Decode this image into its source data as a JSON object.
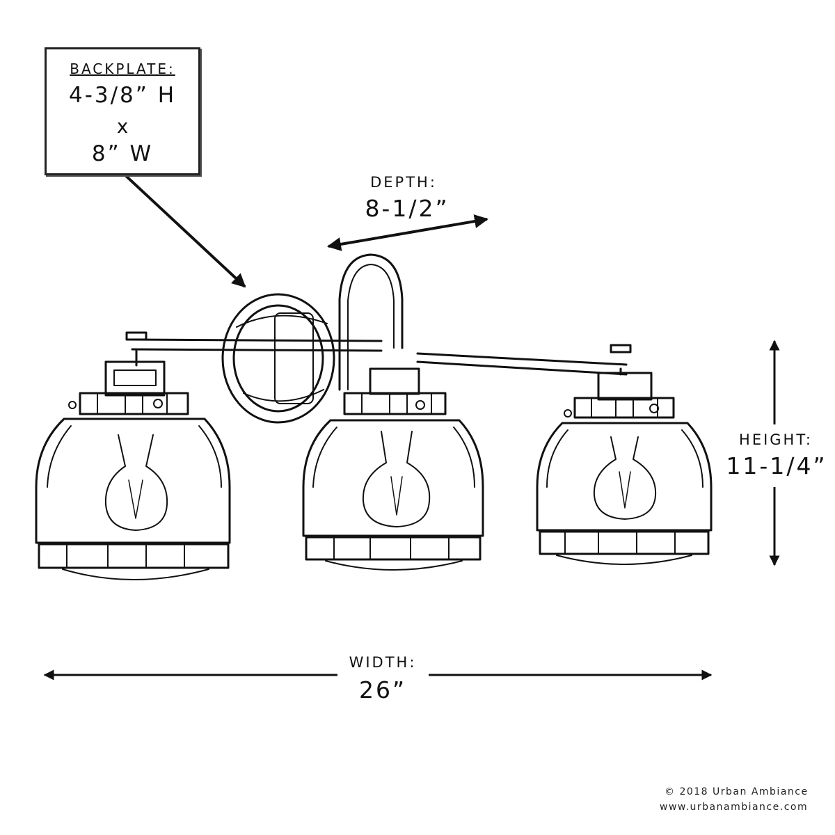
{
  "backplate": {
    "label": "BACKPLATE:",
    "height": "4-3/8” H",
    "times": "x",
    "width": "8” W"
  },
  "depth": {
    "label": "DEPTH:",
    "value": "8-1/2”"
  },
  "height": {
    "label": "HEIGHT:",
    "value": "11-1/4”"
  },
  "width": {
    "label": "WIDTH:",
    "value": "26”"
  },
  "credits": {
    "copyright": "© 2018 Urban Ambiance",
    "website": "www.urbanambiance.com"
  },
  "colors": {
    "line": "#111111",
    "background": "#ffffff"
  },
  "fixture": {
    "shade_count": 3,
    "style": "line-drawing vanity light with clear glass shades"
  }
}
